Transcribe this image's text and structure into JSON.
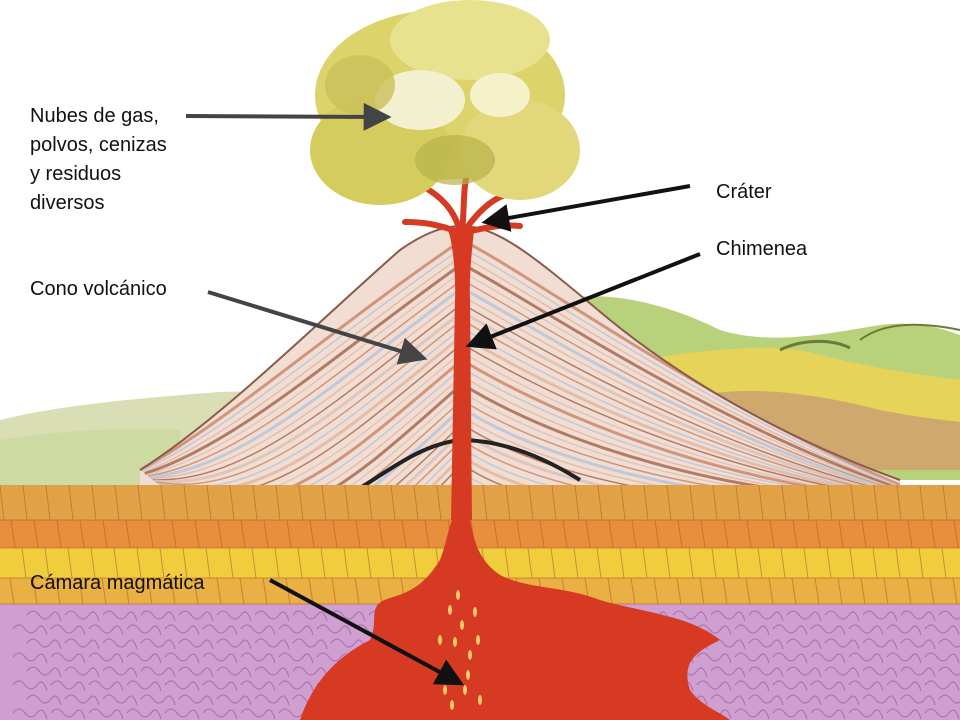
{
  "labels": {
    "gas_clouds": [
      "Nubes de gas,",
      "polvos, cenizas",
      "y residuos",
      "diversos"
    ],
    "crater": "Cráter",
    "chimney": "Chimenea",
    "cone": "Cono volcánico",
    "magma_chamber": "Cámara magmática"
  },
  "colors": {
    "magma": "#d63a22",
    "ash_cloud": "#dcd36a",
    "cone_light": "#f1ddd2",
    "cone_stripe": "#c98a6e",
    "strata_orange": "#e1a246",
    "strata_yellow": "#efcd3c",
    "bedrock_purple": "#cf9fcf",
    "hills_green": "#a8c96a",
    "arrow": "#111111"
  }
}
